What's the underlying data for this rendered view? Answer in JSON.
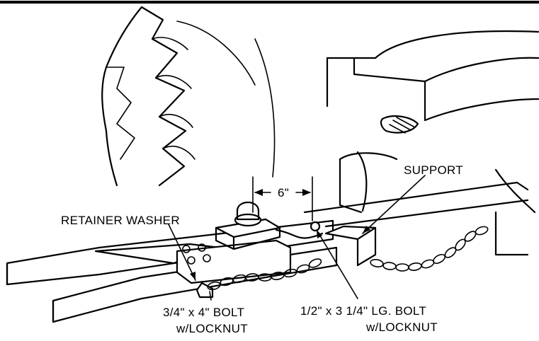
{
  "labels": {
    "dimension": "6\"",
    "support": "SUPPORT",
    "retainer_washer": "RETAINER WASHER",
    "bolt_large_line1": "3/4\" x 4\" BOLT",
    "bolt_large_line2": "w/LOCKNUT",
    "bolt_small_line1": "1/2\" x 3 1/4\" LG. BOLT",
    "bolt_small_line2": "w/LOCKNUT"
  }
}
